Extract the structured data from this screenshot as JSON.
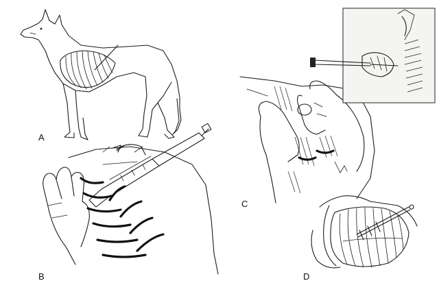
{
  "figure": {
    "panels": [
      {
        "id": "A",
        "label": "A",
        "subject": "dog-standing-with-rib-cage"
      },
      {
        "id": "B",
        "label": "B",
        "subject": "hand-syringe-thoracocentesis"
      },
      {
        "id": "C",
        "label": "C",
        "subject": "hands-palpating-chest-with-inset-photo"
      },
      {
        "id": "D",
        "label": "D",
        "subject": "rib-cage-needle-insertion"
      }
    ],
    "ink_color": "#1a1a1a",
    "background_color": "#ffffff"
  }
}
